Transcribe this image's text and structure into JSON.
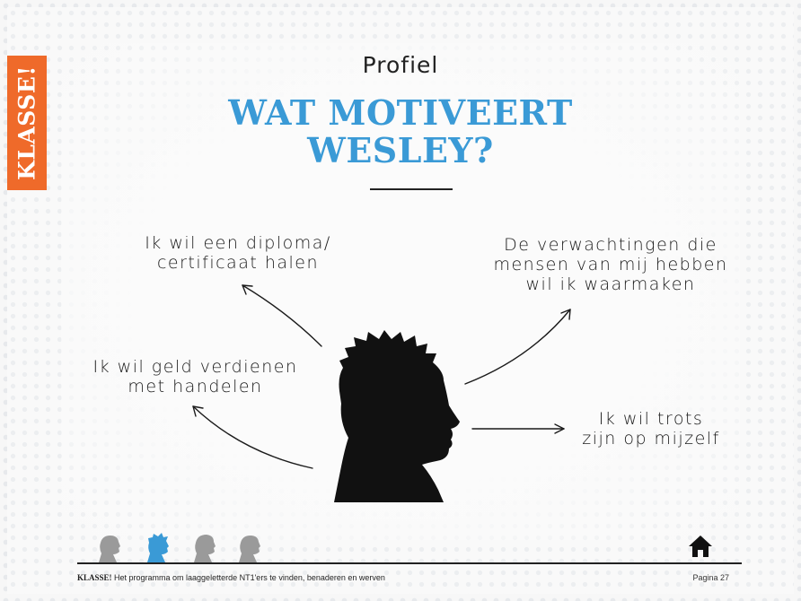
{
  "brand": {
    "tab_label": "KLASSE!"
  },
  "header": {
    "subtitle": "Profiel",
    "title_line1": "WAT MOTIVEERT",
    "title_line2": "WESLEY?"
  },
  "motivations": [
    {
      "line1": "Ik wil een diploma/",
      "line2": "certificaat halen",
      "line3": ""
    },
    {
      "line1": "De verwachtingen die",
      "line2": "mensen van mij hebben",
      "line3": "wil ik waarmaken"
    },
    {
      "line1": "Ik wil geld verdienen",
      "line2": "met handelen",
      "line3": ""
    },
    {
      "line1": "Ik wil trots",
      "line2": "zijn op mijzelf",
      "line3": ""
    }
  ],
  "footer": {
    "brand": "KLASSE!",
    "text": " Het programma om laaggeletterde NT1'ers te vinden, benaderen en werven",
    "page": "Pagina 27"
  },
  "nav": {
    "profiles": [
      {
        "icon": "profile-head-icon",
        "active": false
      },
      {
        "icon": "profile-head-icon",
        "active": true
      },
      {
        "icon": "profile-head-icon",
        "active": false
      },
      {
        "icon": "profile-head-icon",
        "active": false
      }
    ],
    "home_icon": "home-icon"
  },
  "colors": {
    "accent_blue": "#3a9ad6",
    "brand_orange": "#ef6a2a",
    "inactive_gray": "#9a9a9a",
    "ink": "#1b1b1b"
  }
}
